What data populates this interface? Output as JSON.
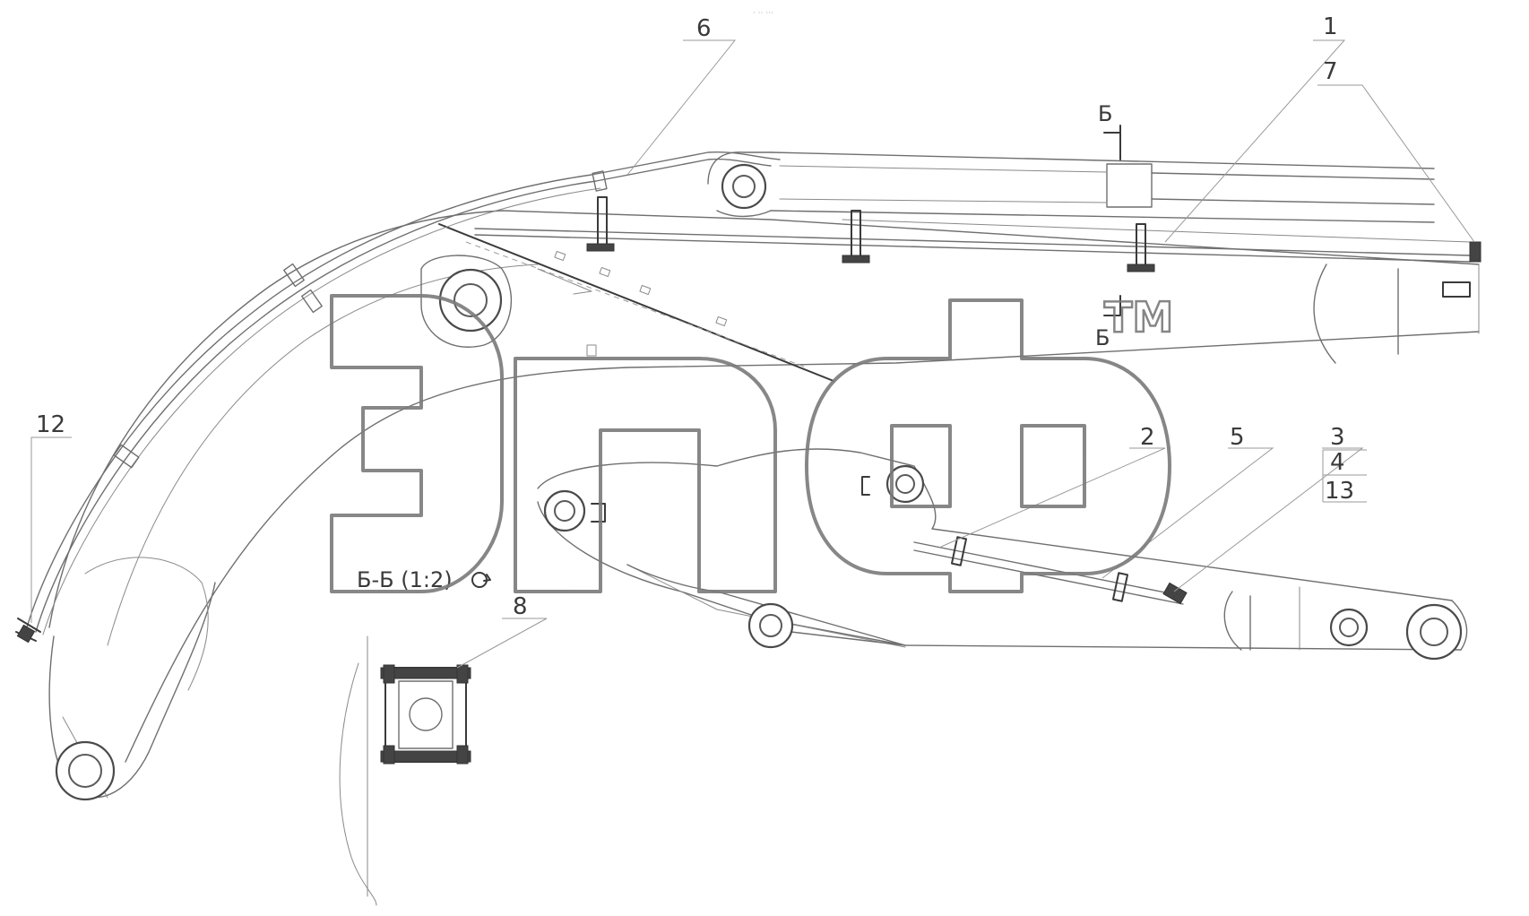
{
  "drawing": {
    "callouts": {
      "c1": "1",
      "c2": "2",
      "c3": "3",
      "c4": "4",
      "c5": "5",
      "c6": "6",
      "c7": "7",
      "c8": "8",
      "c12": "12",
      "c13": "13"
    },
    "section_marker_top": "Б",
    "section_marker_bottom": "Б",
    "section_view_label": "Б-Б (1:2)",
    "watermark": {
      "brand": "ЭПФ",
      "tm": "ТМ"
    }
  }
}
